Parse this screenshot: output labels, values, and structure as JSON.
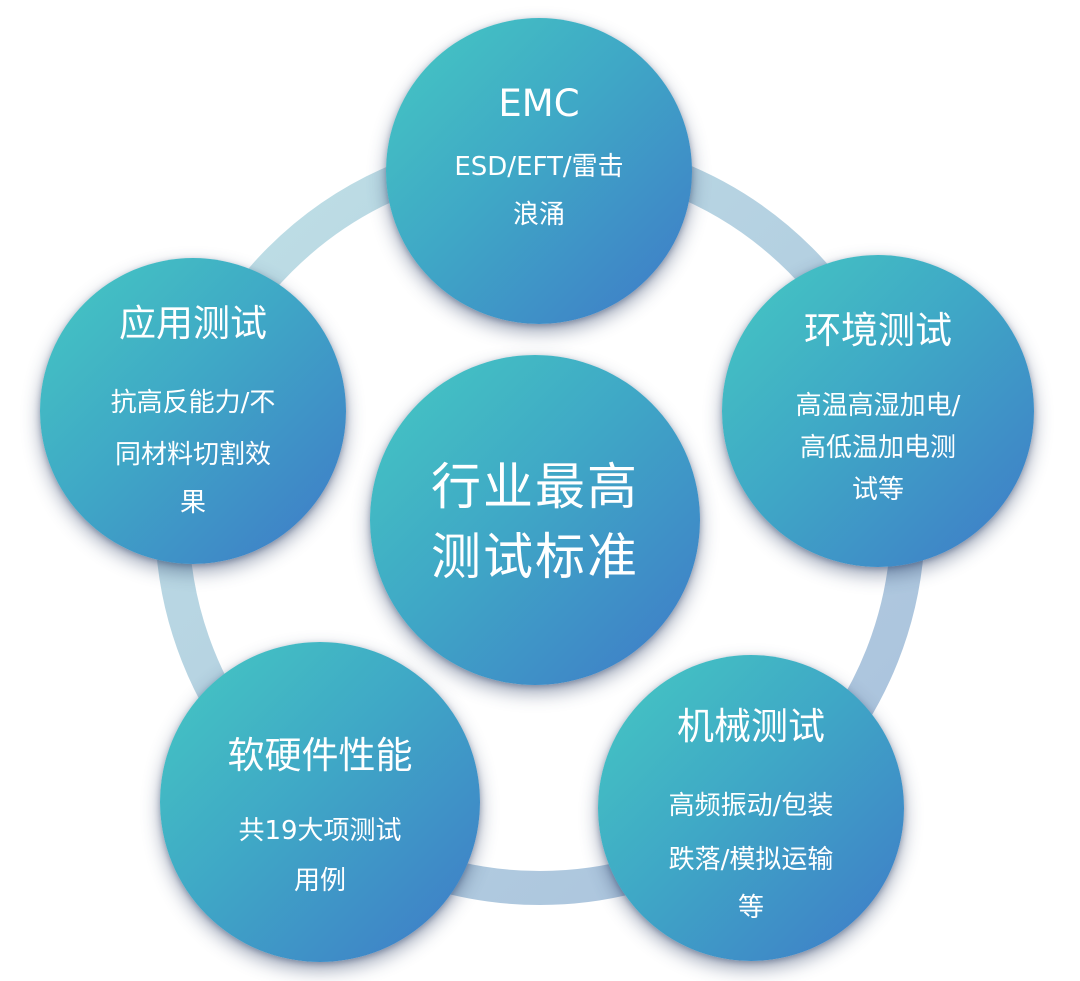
{
  "center": {
    "lines": [
      "行业最高",
      "测试标准"
    ]
  },
  "nodes": [
    {
      "id": "emc",
      "title": "EMC",
      "lines": [
        "ESD/EFT/雷击",
        "浪涌"
      ]
    },
    {
      "id": "environment",
      "title": "环境测试",
      "lines": [
        "高温高湿加电/",
        "高低温加电测",
        "试等"
      ]
    },
    {
      "id": "mechanical",
      "title": "机械测试",
      "lines": [
        "高频振动/包装",
        "跌落/模拟运输",
        "等"
      ]
    },
    {
      "id": "hardware",
      "title": "软硬件性能",
      "lines": [
        "共19大项测试",
        "用例"
      ]
    },
    {
      "id": "application",
      "title": "应用测试",
      "lines": [
        "抗高反能力/不",
        "同材料切割效",
        "果"
      ]
    }
  ],
  "colors": {
    "gradient_start": "#45c9c2",
    "gradient_end": "#3f79c8",
    "ring": "#b7d3e4",
    "text": "#ffffff"
  }
}
